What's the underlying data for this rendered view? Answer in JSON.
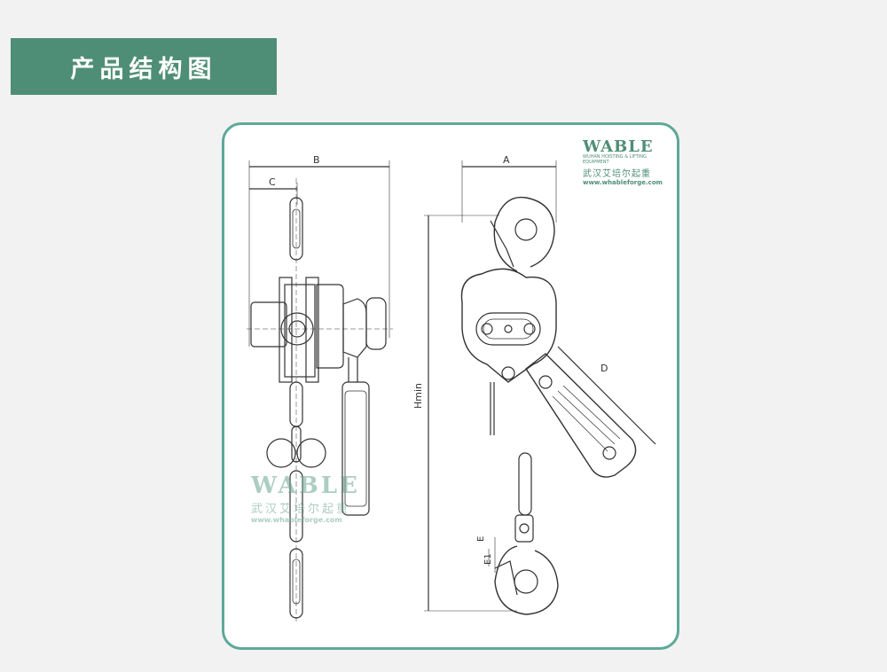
{
  "header": {
    "title": "产品结构图"
  },
  "logo": {
    "brand": "ABLE",
    "brand_prefix": "W",
    "subtitle": "WUHAN HOISTING & LIFTING EQUIPMENT",
    "chinese": "武汉艾培尔起重",
    "url": "www.whableforge.com"
  },
  "watermark": {
    "brand": "ABLE",
    "brand_prefix": "W",
    "chinese": "武汉艾培尔起重",
    "url": "www.whableforge.com"
  },
  "dimensions": {
    "a": "A",
    "b": "B",
    "c": "C",
    "d": "D",
    "hmin": "Hmin",
    "e": "E",
    "e1": "E1"
  },
  "colors": {
    "accent": "#4f8e76",
    "frame": "#5fa89a",
    "line": "#333333"
  }
}
